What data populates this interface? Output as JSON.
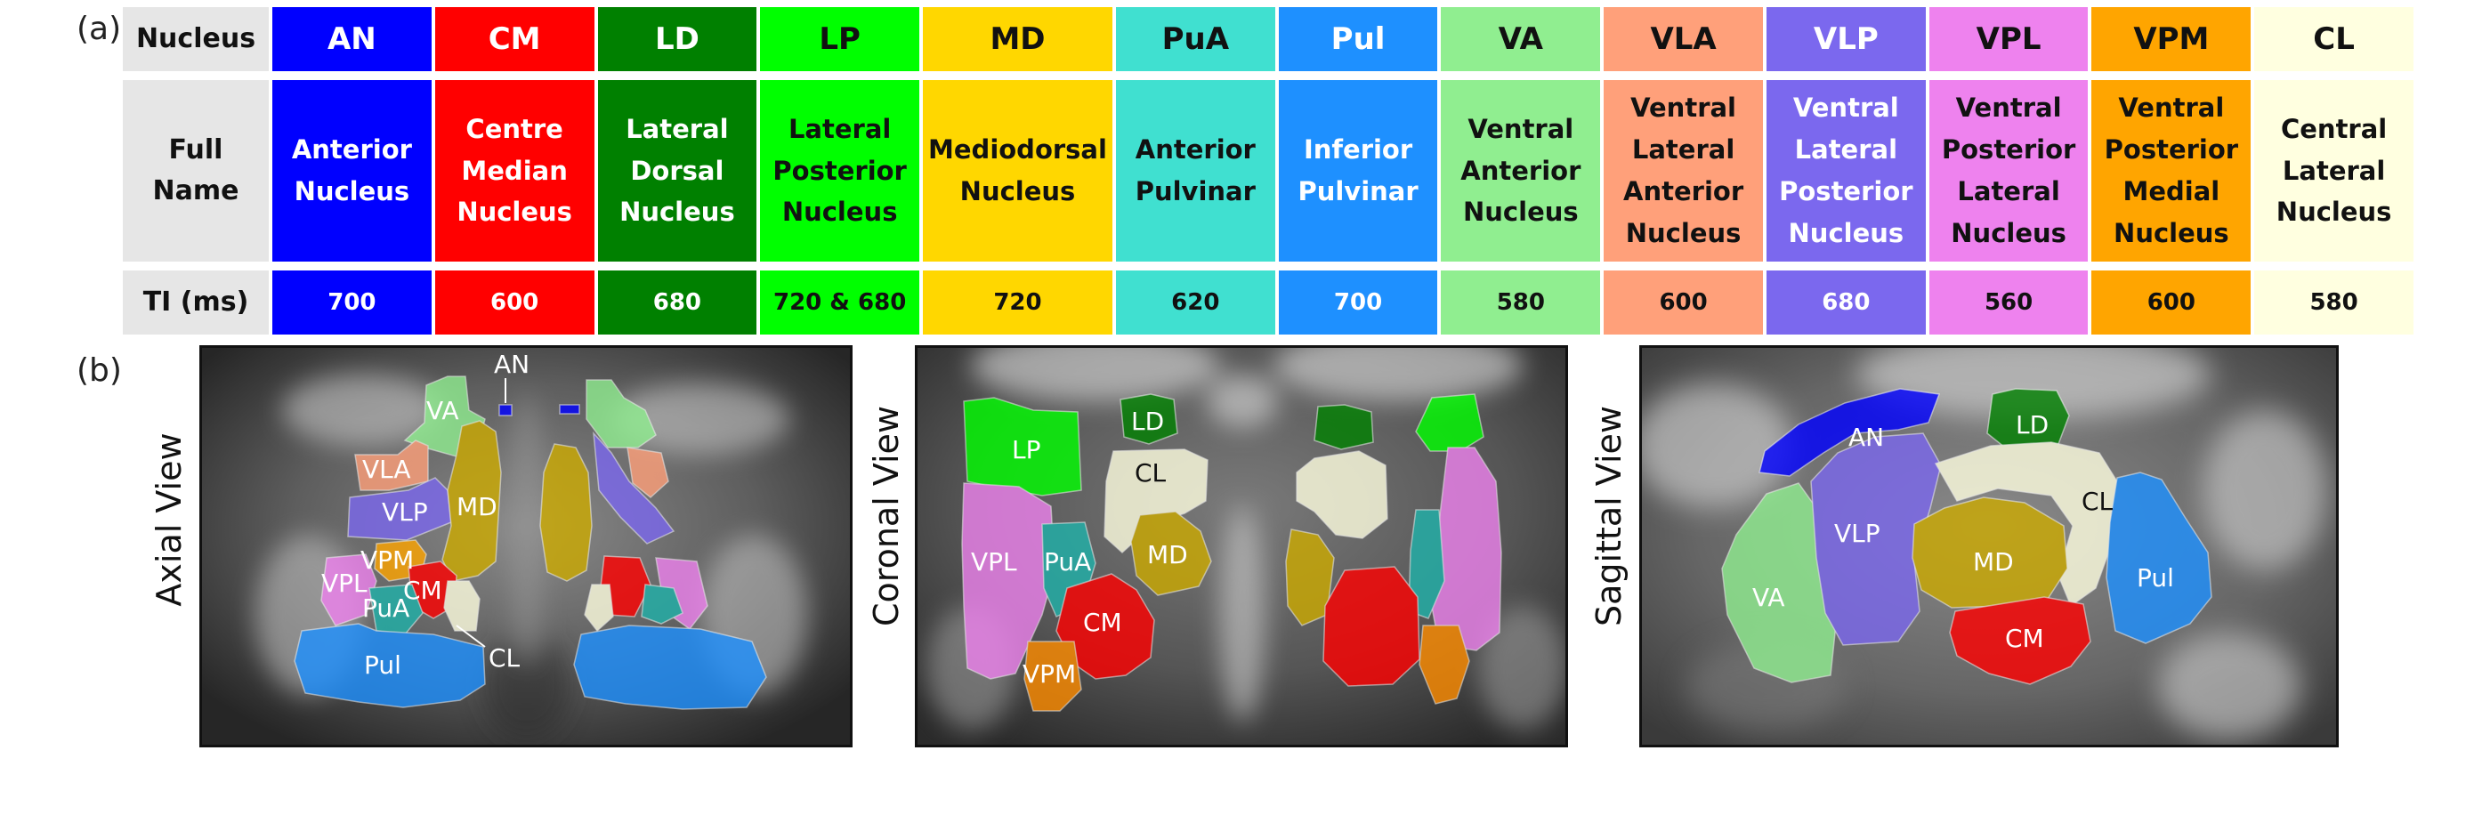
{
  "panel_a_label": "(a)",
  "panel_b_label": "(b)",
  "table": {
    "row_headers": {
      "nucleus": "Nucleus",
      "full_name_1": "Full",
      "full_name_2": "Name",
      "ti": "TI (ms)"
    },
    "columns": [
      {
        "abbr": "AN",
        "full": [
          "Anterior",
          "Nucleus"
        ],
        "ti": "700",
        "color": "#0000ff",
        "text_color": "#ffffff"
      },
      {
        "abbr": "CM",
        "full": [
          "Centre",
          "Median",
          "Nucleus"
        ],
        "ti": "600",
        "color": "#ff0000",
        "text_color": "#ffffff"
      },
      {
        "abbr": "LD",
        "full": [
          "Lateral",
          "Dorsal",
          "Nucleus"
        ],
        "ti": "680",
        "color": "#008000",
        "text_color": "#ffffff"
      },
      {
        "abbr": "LP",
        "full": [
          "Lateral",
          "Posterior",
          "Nucleus"
        ],
        "ti": "720 & 680",
        "color": "#00ff00",
        "text_color": "#111111"
      },
      {
        "abbr": "MD",
        "full": [
          "Mediodorsal",
          "Nucleus"
        ],
        "ti": "720",
        "color": "#ffd700",
        "text_color": "#111111"
      },
      {
        "abbr": "PuA",
        "full": [
          "Anterior",
          "Pulvinar"
        ],
        "ti": "620",
        "color": "#40e0d0",
        "text_color": "#111111"
      },
      {
        "abbr": "Pul",
        "full": [
          "Inferior",
          "Pulvinar"
        ],
        "ti": "700",
        "color": "#1e90ff",
        "text_color": "#ffffff"
      },
      {
        "abbr": "VA",
        "full": [
          "Ventral",
          "Anterior",
          "Nucleus"
        ],
        "ti": "580",
        "color": "#90ee90",
        "text_color": "#111111"
      },
      {
        "abbr": "VLA",
        "full": [
          "Ventral",
          "Lateral",
          "Anterior",
          "Nucleus"
        ],
        "ti": "600",
        "color": "#ffa07a",
        "text_color": "#111111"
      },
      {
        "abbr": "VLP",
        "full": [
          "Ventral",
          "Lateral",
          "Posterior",
          "Nucleus"
        ],
        "ti": "680",
        "color": "#7b68ee",
        "text_color": "#ffffff"
      },
      {
        "abbr": "VPL",
        "full": [
          "Ventral",
          "Posterior",
          "Lateral",
          "Nucleus"
        ],
        "ti": "560",
        "color": "#ee82ee",
        "text_color": "#111111"
      },
      {
        "abbr": "VPM",
        "full": [
          "Ventral",
          "Posterior",
          "Medial",
          "Nucleus"
        ],
        "ti": "600",
        "color": "#ffa500",
        "text_color": "#111111"
      },
      {
        "abbr": "CL",
        "full": [
          "Central",
          "Lateral",
          "Nucleus"
        ],
        "ti": "580",
        "color": "#ffffe0",
        "text_color": "#111111"
      }
    ]
  },
  "views": {
    "axial": {
      "title": "Axial View",
      "labels": {
        "AN": "AN",
        "VA": "VA",
        "VLA": "VLA",
        "VLP": "VLP",
        "MD": "MD",
        "VPM": "VPM",
        "VPL": "VPL",
        "CM": "CM",
        "PuA": "PuA",
        "Pul": "Pul",
        "CL": "CL"
      }
    },
    "coronal": {
      "title": "Coronal View",
      "labels": {
        "LP": "LP",
        "LD": "LD",
        "CL": "CL",
        "MD": "MD",
        "VPL": "VPL",
        "PuA": "PuA",
        "CM": "CM",
        "VPM": "VPM"
      }
    },
    "sagittal": {
      "title": "Sagittal View",
      "labels": {
        "AN": "AN",
        "LD": "LD",
        "CL": "CL",
        "VLP": "VLP",
        "MD": "MD",
        "Pul": "Pul",
        "VA": "VA",
        "CM": "CM"
      }
    }
  }
}
